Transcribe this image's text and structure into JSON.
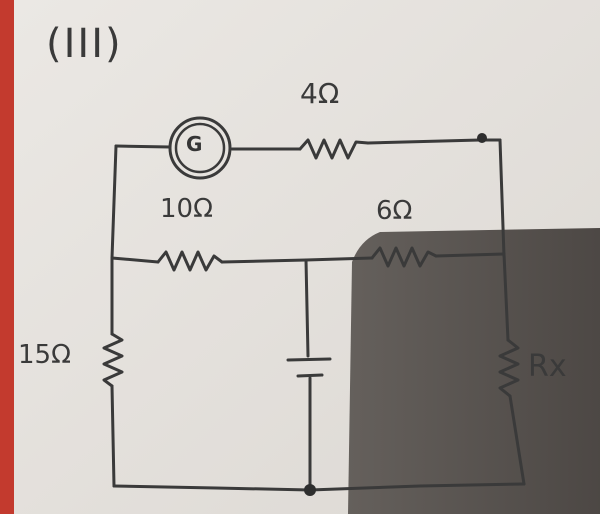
{
  "part_label": "(III)",
  "components": {
    "galvanometer": "G",
    "r_top": "4Ω",
    "r_mid_left": "10Ω",
    "r_mid_right": "6Ω",
    "r_left": "15Ω",
    "r_right": "Rx"
  },
  "colors": {
    "paper": "#e9e6e2",
    "ink": "#3a3a3a",
    "shadow": "#4a4542",
    "left_edge": "#c33a2e"
  }
}
